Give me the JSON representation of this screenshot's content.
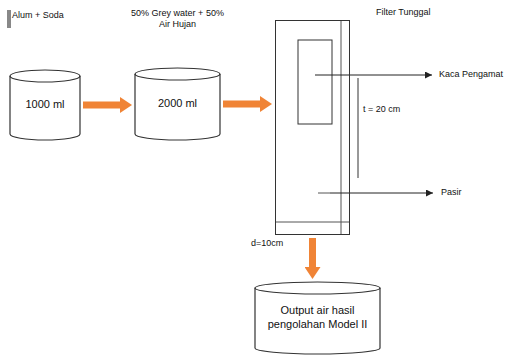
{
  "diagram": {
    "nodes": [
      {
        "text": [
          "Alum + Soda",
          "1000 ml"
        ]
      },
      {
        "text": [
          "50% Grey water + 50% Air Hujan",
          "2000 ml"
        ]
      },
      {
        "text": [
          "Filter Tunggal"
        ]
      },
      {
        "text": [
          "Output air hasil pengolahan Model II"
        ]
      }
    ],
    "edges": [
      {
        "from": 0,
        "to": 1,
        "arrow": "to"
      },
      {
        "from": 1,
        "to": 2,
        "arrow": "to"
      },
      {
        "from": 2,
        "to": 3,
        "arrow": "to"
      }
    ],
    "labels": [
      "Kaca Pengamat",
      "t = 20 cm",
      "Pasir",
      "d=10cm"
    ]
  }
}
